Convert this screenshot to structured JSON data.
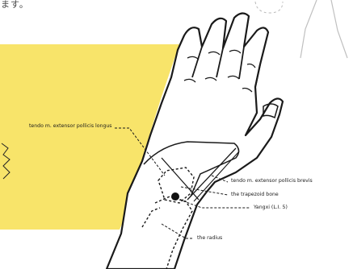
{
  "header_text": "ます。",
  "labels": {
    "extensor_longus": "tendo m. extensor pollicis longus",
    "extensor_brevis": "tendo m. extensor pollicis brevis",
    "trapezoid": "the trapezoid bone",
    "yangxi": "Yangxi (L.I. 5)",
    "radius": "the radius"
  }
}
